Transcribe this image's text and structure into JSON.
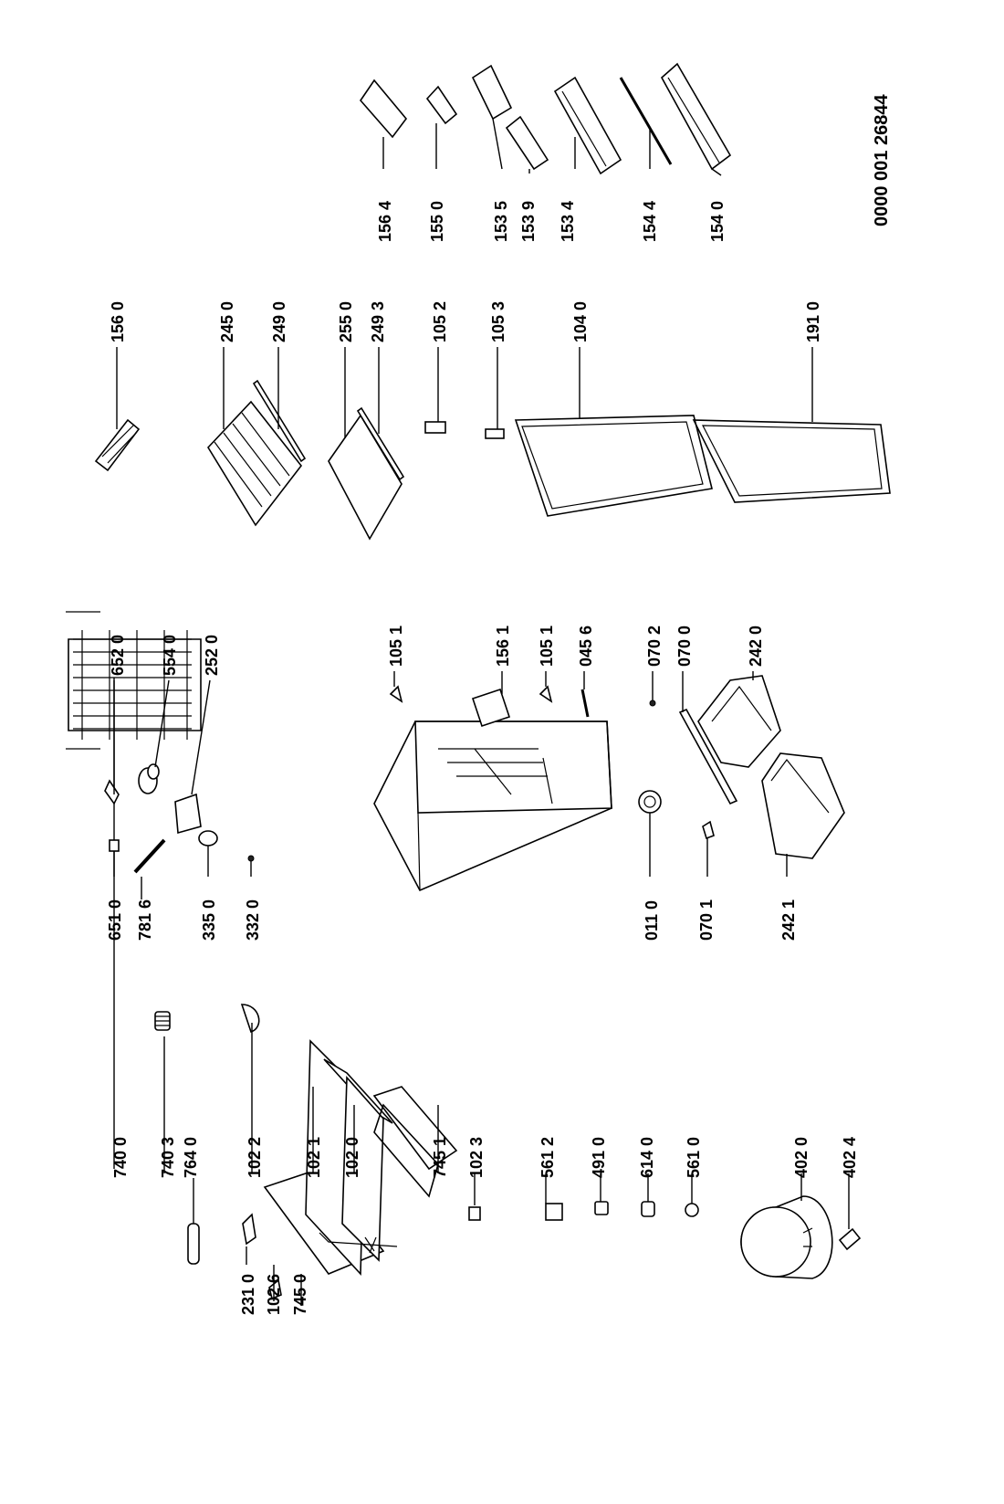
{
  "diagram": {
    "document_number": "0000 001 26844",
    "labels": {
      "l7400": "740 0",
      "l7403": "740 3",
      "l7640": "764 0",
      "l1022": "102 2",
      "l1021": "102 1",
      "l1020": "102 0",
      "l7451": "745 1",
      "l1023": "102 3",
      "l5612": "561 2",
      "l4910": "491 0",
      "l6140": "614 0",
      "l5610": "561 0",
      "l4020": "402 0",
      "l4024": "402 4",
      "l2310": "231 0",
      "l1026": "102 6",
      "l7450": "745 0",
      "l6520": "652 0",
      "l5540": "554 0",
      "l2520": "252 0",
      "l6510": "651 0",
      "l7816": "781 6",
      "l3350": "335 0",
      "l3320": "332 0",
      "l1051a": "105 1",
      "l1561": "156 1",
      "l1051b": "105 1",
      "l0456": "045 6",
      "l0702": "070 2",
      "l0700": "070 0",
      "l2420": "242 0",
      "l0110": "011 0",
      "l0701": "070 1",
      "l2421": "242 1",
      "l1560": "156 0",
      "l2450": "245 0",
      "l2490": "249 0",
      "l2550": "255 0",
      "l2493": "249 3",
      "l1052": "105 2",
      "l1053": "105 3",
      "l1040": "104 0",
      "l1910": "191 0",
      "l1564": "156 4",
      "l1550": "155 0",
      "l1535": "153 5",
      "l1539": "153 9",
      "l1534": "153 4",
      "l1544": "154 4",
      "l1540": "154 0"
    }
  }
}
